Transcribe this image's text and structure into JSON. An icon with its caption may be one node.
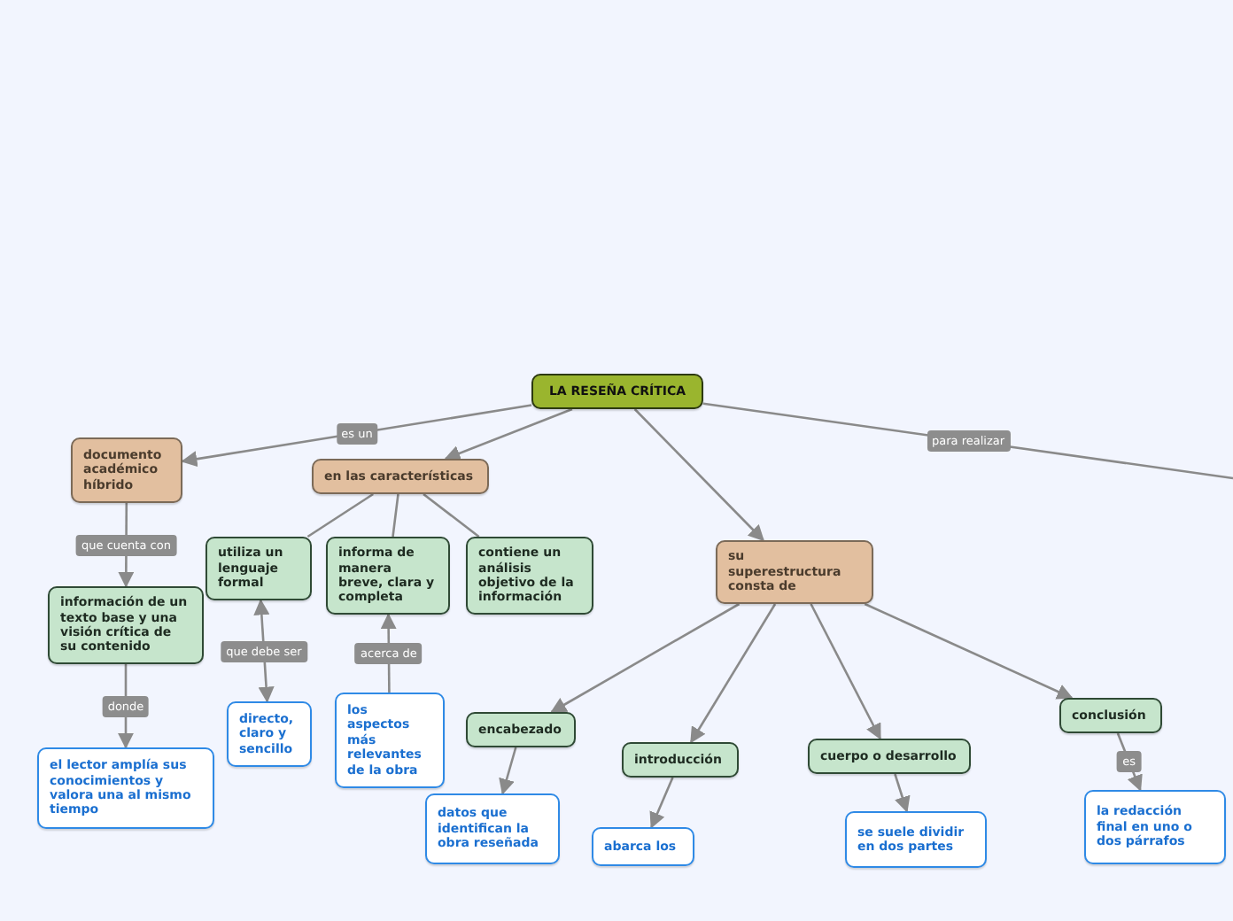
{
  "diagram": {
    "nodes": [
      {
        "text": [
          "LA RESEÑA CRÍTICA"
        ]
      },
      {
        "text": [
          "documento académico híbrido"
        ]
      },
      {
        "text": [
          "en las características"
        ]
      },
      {
        "text": [
          "utiliza un lenguaje formal"
        ]
      },
      {
        "text": [
          "informa de manera breve, clara y completa"
        ]
      },
      {
        "text": [
          "contiene un análisis objetivo de la información"
        ]
      },
      {
        "text": [
          "información de un texto base y una visión crítica de su contenido"
        ]
      },
      {
        "text": [
          "directo, claro y sencillo"
        ]
      },
      {
        "text": [
          "los aspectos más relevantes de la obra"
        ]
      },
      {
        "text": [
          "el lector amplía sus conocimientos y valora una al mismo tiempo"
        ]
      },
      {
        "text": [
          "su superestructura consta de"
        ]
      },
      {
        "text": [
          "encabezado"
        ]
      },
      {
        "text": [
          "introducción"
        ]
      },
      {
        "text": [
          "cuerpo o desarrollo"
        ]
      },
      {
        "text": [
          "conclusión"
        ]
      },
      {
        "text": [
          "datos que identifican la obra reseñada"
        ]
      },
      {
        "text": [
          "abarca los"
        ]
      },
      {
        "text": [
          "se suele dividir en dos partes"
        ]
      },
      {
        "text": [
          "la redacción final en uno o dos párrafos"
        ]
      }
    ],
    "edges": [
      {
        "from": 0,
        "to": 1,
        "arrow": "to",
        "label": "es un"
      },
      {
        "from": 0,
        "to": 2,
        "arrow": "to"
      },
      {
        "from": 2,
        "to": 3,
        "arrow": "none"
      },
      {
        "from": 2,
        "to": 4,
        "arrow": "none"
      },
      {
        "from": 2,
        "to": 5,
        "arrow": "none"
      },
      {
        "from": 1,
        "to": 6,
        "arrow": "to",
        "label": "que cuenta con"
      },
      {
        "from": 6,
        "to": 9,
        "arrow": "to",
        "label": "donde"
      },
      {
        "from": 3,
        "to": 7,
        "arrow": "both",
        "label": "que debe ser"
      },
      {
        "from": 8,
        "to": 4,
        "arrow": "to",
        "label": "acerca de"
      },
      {
        "from": 0,
        "to": 10,
        "arrow": "to"
      },
      {
        "from": 0,
        "to": null,
        "arrow": "none",
        "label": "para realizar"
      },
      {
        "from": 10,
        "to": 11,
        "arrow": "to"
      },
      {
        "from": 10,
        "to": 12,
        "arrow": "to"
      },
      {
        "from": 10,
        "to": 13,
        "arrow": "to"
      },
      {
        "from": 10,
        "to": 14,
        "arrow": "to"
      },
      {
        "from": 11,
        "to": 15,
        "arrow": "to"
      },
      {
        "from": 12,
        "to": 16,
        "arrow": "to"
      },
      {
        "from": 13,
        "to": 17,
        "arrow": "to"
      },
      {
        "from": 14,
        "to": 18,
        "arrow": "to",
        "label": "es"
      }
    ]
  }
}
